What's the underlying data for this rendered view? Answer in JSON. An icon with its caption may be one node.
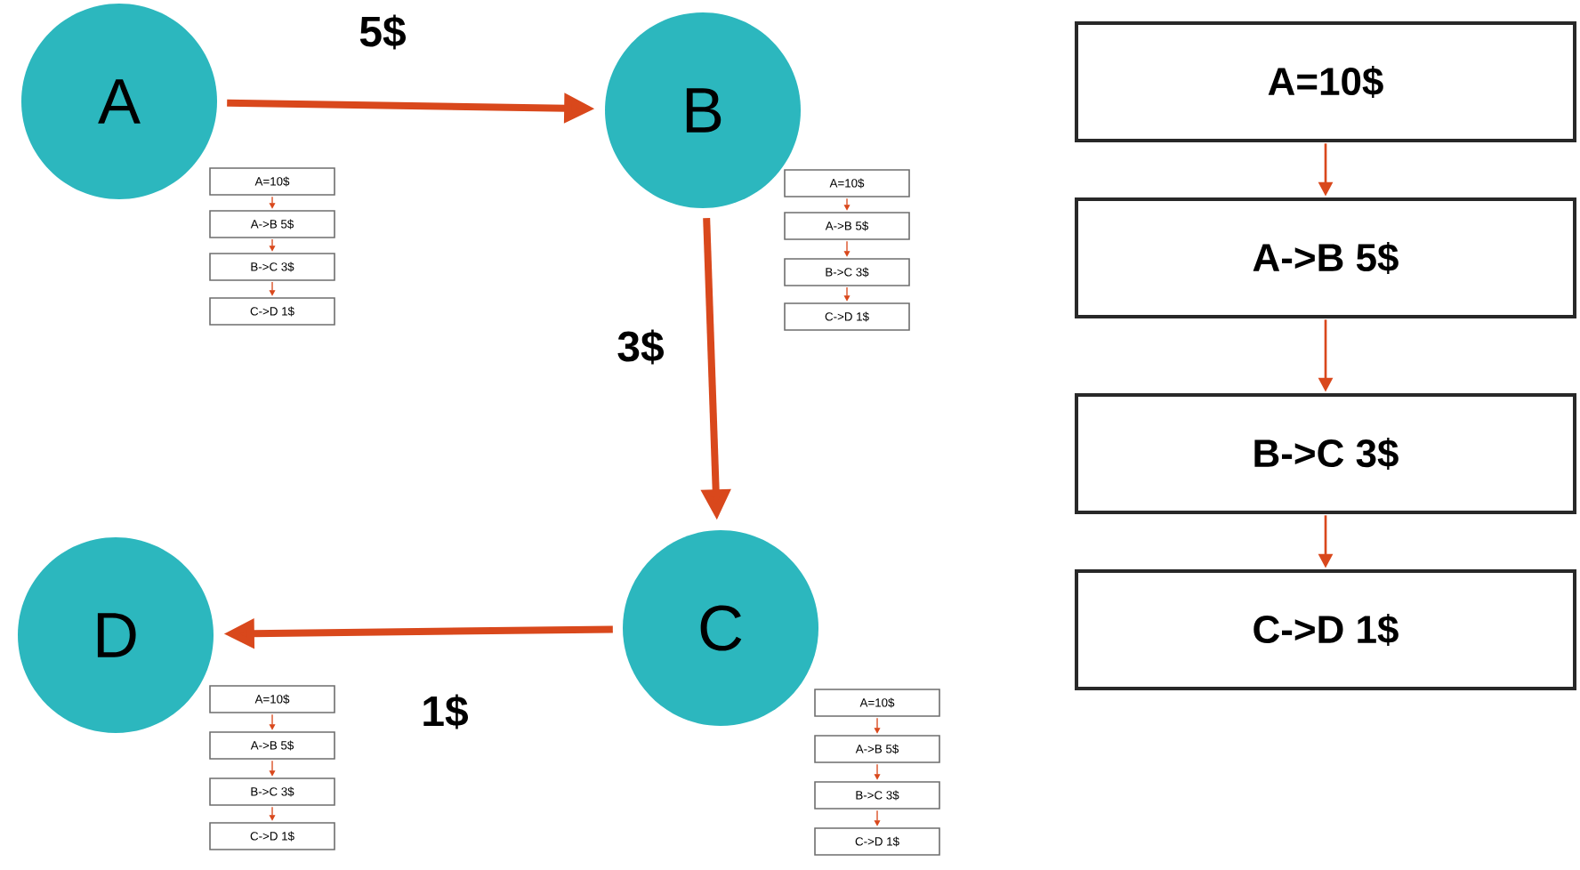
{
  "diagram": {
    "nodes": [
      {
        "text": [
          "A"
        ]
      },
      {
        "text": [
          "B"
        ]
      },
      {
        "text": [
          "C"
        ]
      },
      {
        "text": [
          "D"
        ]
      },
      {
        "text": [
          "A=10$"
        ]
      },
      {
        "text": [
          "A->B 5$"
        ]
      },
      {
        "text": [
          "B->C 3$"
        ]
      },
      {
        "text": [
          "C->D 1$"
        ]
      },
      {
        "text": [
          "A=10$"
        ]
      },
      {
        "text": [
          "A->B 5$"
        ]
      },
      {
        "text": [
          "B->C 3$"
        ]
      },
      {
        "text": [
          "C->D 1$"
        ]
      },
      {
        "text": [
          "A=10$"
        ]
      },
      {
        "text": [
          "A->B 5$"
        ]
      },
      {
        "text": [
          "B->C 3$"
        ]
      },
      {
        "text": [
          "C->D 1$"
        ]
      },
      {
        "text": [
          "A=10$"
        ]
      },
      {
        "text": [
          "A->B 5$"
        ]
      },
      {
        "text": [
          "B->C 3$"
        ]
      },
      {
        "text": [
          "C->D 1$"
        ]
      },
      {
        "text": [
          "A=10$"
        ]
      },
      {
        "text": [
          "A->B 5$"
        ]
      },
      {
        "text": [
          "B->C 3$"
        ]
      },
      {
        "text": [
          "C->D 1$"
        ]
      }
    ],
    "edges": [
      {
        "from": 0,
        "to": 1,
        "arrow": "to",
        "label": "5$",
        "style": "thick"
      },
      {
        "from": 1,
        "to": 2,
        "arrow": "to",
        "label": "3$",
        "style": "thick"
      },
      {
        "from": 2,
        "to": 3,
        "arrow": "to",
        "label": "1$",
        "style": "thick"
      },
      {
        "from": 4,
        "to": 5,
        "arrow": "to"
      },
      {
        "from": 5,
        "to": 6,
        "arrow": "to"
      },
      {
        "from": 6,
        "to": 7,
        "arrow": "to"
      },
      {
        "from": 8,
        "to": 9,
        "arrow": "to"
      },
      {
        "from": 9,
        "to": 10,
        "arrow": "to"
      },
      {
        "from": 10,
        "to": 11,
        "arrow": "to"
      },
      {
        "from": 12,
        "to": 13,
        "arrow": "to"
      },
      {
        "from": 13,
        "to": 14,
        "arrow": "to"
      },
      {
        "from": 14,
        "to": 15,
        "arrow": "to"
      },
      {
        "from": 16,
        "to": 17,
        "arrow": "to"
      },
      {
        "from": 17,
        "to": 18,
        "arrow": "to"
      },
      {
        "from": 18,
        "to": 19,
        "arrow": "to"
      },
      {
        "from": 20,
        "to": 21,
        "arrow": "to"
      },
      {
        "from": 21,
        "to": 22,
        "arrow": "to"
      },
      {
        "from": 22,
        "to": 23,
        "arrow": "to"
      }
    ]
  }
}
